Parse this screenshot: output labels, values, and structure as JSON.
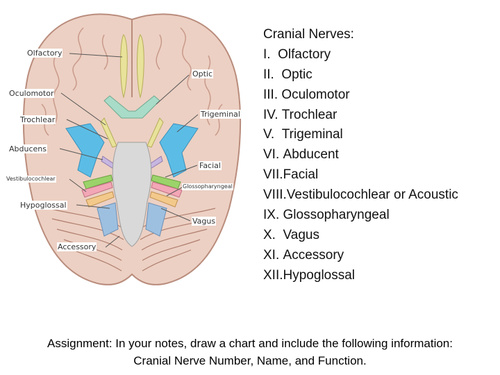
{
  "figure": {
    "labels": {
      "olfactory": "Olfactory",
      "optic": "Optic",
      "oculomotor": "Oculomotor",
      "trochlear": "Trochlear",
      "trigeminal": "Trigeminal",
      "abducens": "Abducens",
      "facial": "Facial",
      "vestibulocochlear": "Vestibulocochlear",
      "glossopharyngeal": "Glossopharyngeal",
      "hypoglossal": "Hypoglossal",
      "vagus": "Vagus",
      "accessory": "Accessory"
    },
    "colors": {
      "brain": "#ecd0c3",
      "gyri": "#c99a8a",
      "olfactory": "#e8e29a",
      "optic": "#a8dcc8",
      "trigeminal": "#5bbde6",
      "oculomotor": "#e8e29a",
      "abducens": "#c7b6e0",
      "facial": "#9bd36a",
      "vestibulocochlear": "#f2a6b6",
      "glossopharyngeal": "#f3c98b",
      "vagus": "#9ec0e0",
      "brainstem": "#d9d9d9"
    }
  },
  "list": {
    "heading": "Cranial Nerves:",
    "items": [
      {
        "num": "I.",
        "name": "Olfactory"
      },
      {
        "num": "II.",
        "name": "Optic"
      },
      {
        "num": "III.",
        "name": "Oculomotor"
      },
      {
        "num": "IV.",
        "name": "Trochlear"
      },
      {
        "num": "V.",
        "name": "Trigeminal"
      },
      {
        "num": "VI.",
        "name": "Abducent"
      },
      {
        "num": "VII.",
        "name": "Facial"
      },
      {
        "num": "VIII.",
        "name": "Vestibulocochlear or Acoustic"
      },
      {
        "num": "IX.",
        "name": "Glossopharyngeal"
      },
      {
        "num": "X.",
        "name": "Vagus"
      },
      {
        "num": "XI.",
        "name": "Accessory"
      },
      {
        "num": "XII.",
        "name": "Hypoglossal"
      }
    ]
  },
  "assignment": {
    "line1": "Assignment: In your notes, draw a chart and include the following information:",
    "line2": "Cranial Nerve Number, Name, and Function."
  }
}
